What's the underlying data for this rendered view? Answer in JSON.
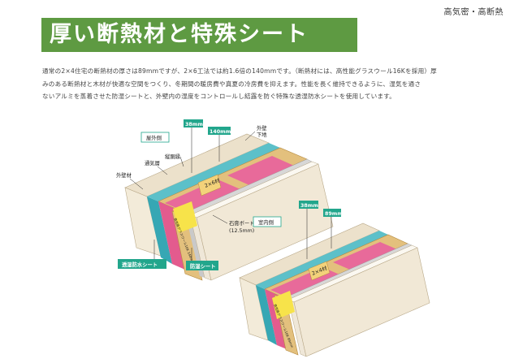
{
  "header": {
    "category": "高気密・高断熱",
    "title": "厚い断熱材と特殊シート"
  },
  "description": {
    "lines": [
      "通常の2×4住宅の断熱材の厚さは89mmですが、2×6工法では約1.6倍の140mmです。（断熱材には、高性能グラスウール16Kを採用）厚",
      "みのある断熱材と木材が快適な空間をつくり、冬期間の暖房費や真夏の冷房費を抑えます。性能を長く維持できるように、湿気を通さ",
      "ないアルミを蒸着させた防湿シートと、外壁内の湿度をコントロールし結露を防ぐ特殊な透湿防水シートを使用しています。"
    ]
  },
  "diagram": {
    "left": {
      "side_label": "屋外側",
      "dim_38": "38mm",
      "dim_140": "140mm",
      "exterior_base_1": "外壁",
      "exterior_base_2": "下地",
      "vertical_batten": "縦胴縁",
      "ventilation_layer": "通気層",
      "exterior_material": "外壁材",
      "stud": "2×6材",
      "insulation_text": "高性能グラスウール16K 140mm",
      "gypsum_1": "石膏ボード",
      "gypsum_2": "(12.5mm)",
      "breathable_sheet": "透湿防水シート",
      "vapor_sheet": "防湿シート"
    },
    "right": {
      "side_label": "室内側",
      "dim_38": "38mm",
      "dim_89": "89mm",
      "stud": "2×4材",
      "insulation_text": "高性能グラスウール16K 89mm"
    }
  },
  "colors": {
    "banner": "#5e9a42",
    "callout": "#22a68c",
    "insulation": "#e35b8e",
    "wood": "#e3c07d",
    "board": "#f1e8d6",
    "sheet_blue": "#36a7b4",
    "foil": "#d7d7d7"
  }
}
